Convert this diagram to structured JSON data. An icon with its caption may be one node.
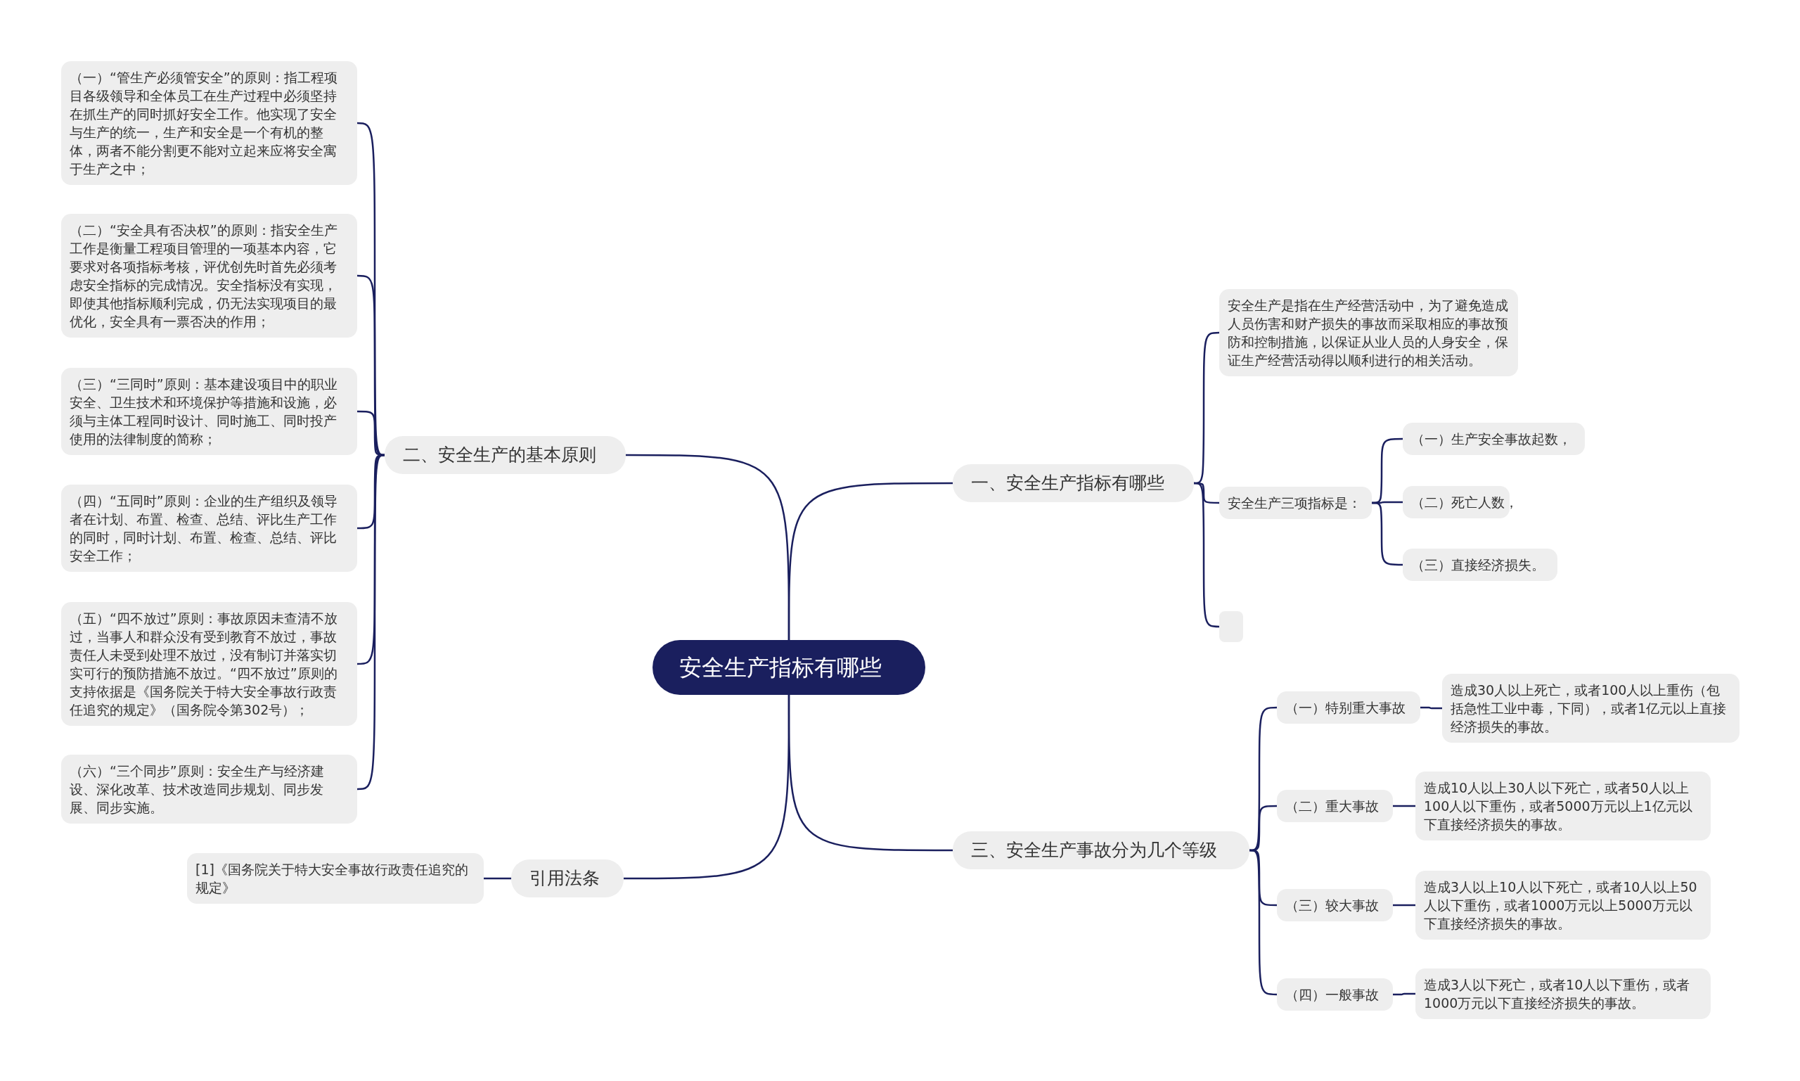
{
  "diagram": {
    "nodes": [
      {
        "text": [
          "安全生产指标有哪些"
        ]
      },
      {
        "text": [
          "一、安全生产指标有哪些"
        ]
      },
      {
        "text": [
          "安全生产是指在生产经营活动中，为了避免造成人员伤害和财产损失的事故而采取相应的事故预防和控制措施，以保证从业人员的人身安全，保证生产经营活动得以顺利进行的相关活动。"
        ]
      },
      {
        "text": [
          "安全生产三项指标是："
        ]
      },
      {
        "text": [
          "（一）生产安全事故起数，"
        ]
      },
      {
        "text": [
          "（二）死亡人数，"
        ]
      },
      {
        "text": [
          "（三）直接经济损失。"
        ]
      },
      {
        "text": [],
        "shape": "box"
      },
      {
        "text": [
          "二、安全生产的基本原则"
        ]
      },
      {
        "text": [
          "（一）“管生产必须管安全”的原则：指工程项目各级领导和全体员工在生产过程中必须坚持在抓生产的同时抓好安全工作。他实现了安全与生产的统一，生产和安全是一个有机的整体，两者不能分割更不能对立起来应将安全寓于生产之中；"
        ]
      },
      {
        "text": [
          "（二）“安全具有否决权”的原则：指安全生产工作是衡量工程项目管理的一项基本内容，它要求对各项指标考核，评优创先时首先必须考虑安全指标的完成情况。安全指标没有实现，即使其他指标顺利完成，仍无法实现项目的最优化，安全具有一票否决的作用；"
        ]
      },
      {
        "text": [
          "（三）“三同时”原则：基本建设项目中的职业安全、卫生技术和环境保护等措施和设施，必须与主体工程同时设计、同时施工、同时投产使用的法律制度的简称；"
        ]
      },
      {
        "text": [
          "（四）“五同时”原则：企业的生产组织及领导者在计划、布置、检查、总结、评比生产工作的同时，同时计划、布置、检查、总结、评比安全工作；"
        ]
      },
      {
        "text": [
          "（五）“四不放过”原则：事故原因未查清不放过，当事人和群众没有受到教育不放过，事故责任人未受到处理不放过，没有制订并落实切实可行的预防措施不放过。“四不放过”原则的支持依据是《国务院关于特大安全事故行政责任追究的规定》（国务院令第302号）；"
        ]
      },
      {
        "text": [
          "（六）“三个同步”原则：安全生产与经济建设、深化改革、技术改造同步规划、同步发展、同步实施。"
        ]
      },
      {
        "text": [
          "引用法条"
        ]
      },
      {
        "text": [
          "[1]《国务院关于特大安全事故行政责任追究的规定》"
        ]
      },
      {
        "text": [
          "三、安全生产事故分为几个等级"
        ]
      },
      {
        "text": [
          "（一）特别重大事故"
        ]
      },
      {
        "text": [
          "造成30人以上死亡，或者100人以上重伤（包括急性工业中毒，下同），或者1亿元以上直接经济损失的事故。"
        ]
      },
      {
        "text": [
          "（二）重大事故"
        ]
      },
      {
        "text": [
          "造成10人以上30人以下死亡，或者50人以上100人以下重伤，或者5000万元以上1亿元以下直接经济损失的事故。"
        ]
      },
      {
        "text": [
          "（三）较大事故"
        ]
      },
      {
        "text": [
          "造成3人以上10人以下死亡，或者10人以上50人以下重伤，或者1000万元以上5000万元以下直接经济损失的事故。"
        ]
      },
      {
        "text": [
          "（四）一般事故"
        ]
      },
      {
        "text": [
          "造成3人以下死亡，或者10人以下重伤，或者1000万元以下直接经济损失的事故。"
        ]
      }
    ],
    "edges": [
      {
        "from": 0,
        "to": 1,
        "arrow": "none"
      },
      {
        "from": 1,
        "to": 2,
        "arrow": "none"
      },
      {
        "from": 1,
        "to": 3,
        "arrow": "none"
      },
      {
        "from": 3,
        "to": 4,
        "arrow": "none"
      },
      {
        "from": 3,
        "to": 5,
        "arrow": "none"
      },
      {
        "from": 3,
        "to": 6,
        "arrow": "none"
      },
      {
        "from": 1,
        "to": 7,
        "arrow": "none"
      },
      {
        "from": 0,
        "to": 8,
        "arrow": "none"
      },
      {
        "from": 8,
        "to": 9,
        "arrow": "none"
      },
      {
        "from": 8,
        "to": 10,
        "arrow": "none"
      },
      {
        "from": 8,
        "to": 11,
        "arrow": "none"
      },
      {
        "from": 8,
        "to": 12,
        "arrow": "none"
      },
      {
        "from": 8,
        "to": 13,
        "arrow": "none"
      },
      {
        "from": 8,
        "to": 14,
        "arrow": "none"
      },
      {
        "from": 0,
        "to": 15,
        "arrow": "none"
      },
      {
        "from": 15,
        "to": 16,
        "arrow": "none"
      },
      {
        "from": 0,
        "to": 17,
        "arrow": "none"
      },
      {
        "from": 17,
        "to": 18,
        "arrow": "none"
      },
      {
        "from": 18,
        "to": 19,
        "arrow": "none"
      },
      {
        "from": 17,
        "to": 20,
        "arrow": "none"
      },
      {
        "from": 20,
        "to": 21,
        "arrow": "none"
      },
      {
        "from": 17,
        "to": 22,
        "arrow": "none"
      },
      {
        "from": 22,
        "to": 23,
        "arrow": "none"
      },
      {
        "from": 17,
        "to": 24,
        "arrow": "none"
      },
      {
        "from": 24,
        "to": 25,
        "arrow": "none"
      }
    ]
  }
}
